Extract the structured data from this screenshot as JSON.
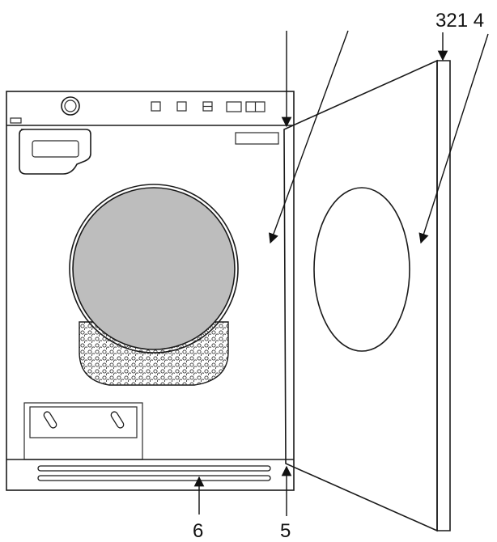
{
  "callouts": {
    "top_label": "321 4",
    "label_6": "6",
    "label_5": "5"
  },
  "colors": {
    "drum": "#bdbdbd",
    "button_fill": "#cfcfcf",
    "line": "#1a1a1a"
  }
}
